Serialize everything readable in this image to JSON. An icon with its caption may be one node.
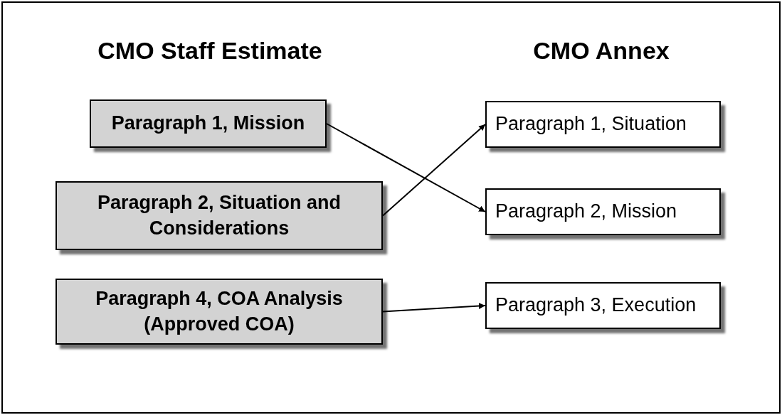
{
  "diagram": {
    "nodes": [
      {
        "text": [
          "Paragraph 1, Mission"
        ]
      },
      {
        "text": [
          "Paragraph 2, Situation and Considerations"
        ]
      },
      {
        "text": [
          "Paragraph 4, COA Analysis (Approved COA)"
        ]
      },
      {
        "text": [
          "Paragraph 1, Situation"
        ]
      },
      {
        "text": [
          "Paragraph 2, Mission"
        ]
      },
      {
        "text": [
          "Paragraph 3, Execution"
        ]
      }
    ],
    "edges": [
      {
        "from": 0,
        "to": 4,
        "arrow": "to"
      },
      {
        "from": 1,
        "to": 3,
        "arrow": "to"
      },
      {
        "from": 2,
        "to": 5,
        "arrow": "to"
      }
    ],
    "labels": [
      "CMO Staff Estimate",
      "CMO Annex"
    ]
  }
}
